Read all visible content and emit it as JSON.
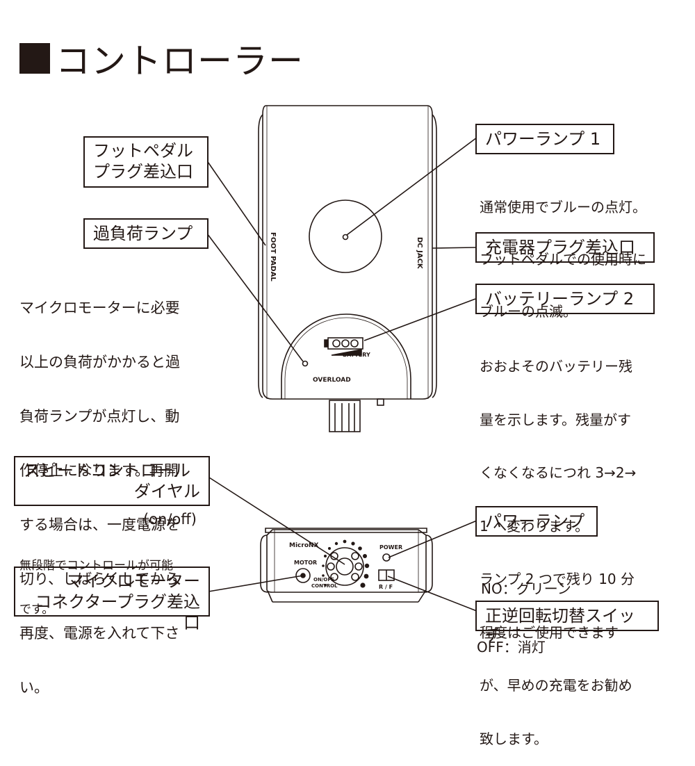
{
  "title": "コントローラー",
  "labels": {
    "foot_pedal_jack": [
      "フットペダル",
      "プラグ差込口"
    ],
    "overload_lamp": "過負荷ランプ",
    "power_lamp_1": "パワーランプ 1",
    "charger_jack": "充電器プラグ差込口",
    "battery_lamp_2": "バッテリーランプ 2",
    "speed_dial": [
      "スピードコントロール",
      "ダイヤル"
    ],
    "power_lamp": "パワーランプ",
    "motor_jack": [
      "マイクロモーター",
      "コネクタープラグ差込口"
    ],
    "rev_switch": "正逆回転切替スイッチ"
  },
  "descriptions": {
    "overload": [
      "マイクロモーターに必要",
      "以上の負荷がかかると過",
      "負荷ランプが点灯し、動",
      "作停止になります。再開",
      "する場合は、一度電源を",
      "切り、しばらくしてから",
      "再度、電源を入れて下さ",
      "い。"
    ],
    "power_lamp_1": [
      "通常使用でブルーの点灯。",
      "フットペダルでの使用時に",
      "ブルーの点滅。"
    ],
    "battery": [
      "おおよそのバッテリー残",
      "量を示します。残量がす",
      "くなくなるにつれ 3→2→",
      "1 へ変わります。",
      "ランプ 2 つで残り 10 分",
      "程度はご使用できます",
      "が、早めの充電をお勧め",
      "致します。"
    ],
    "speed_onoff": "(on/off)",
    "speed": [
      "無段階でコントロールが可能",
      "です。"
    ],
    "power_lamp_states": [
      "NO：グリーン",
      "OFF：消灯"
    ]
  },
  "device": {
    "foot_padal": "FOOT PADAL",
    "dc_jack": "DC JACK",
    "battery": "BATTERY",
    "overload": "OVERLOAD",
    "brand": "MicroNX",
    "power": "POWER",
    "motor": "MOTOR",
    "onoff_control": [
      "ON/OFF",
      "CONTROL"
    ],
    "rf": "R / F"
  }
}
